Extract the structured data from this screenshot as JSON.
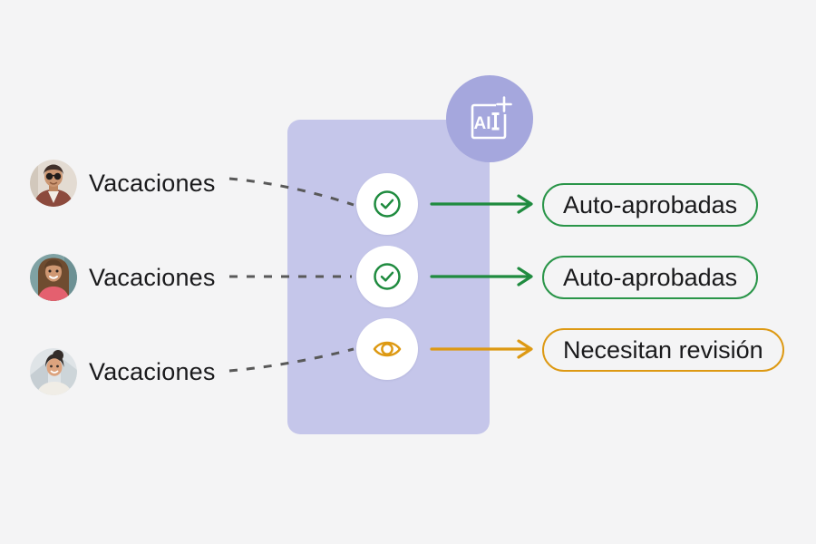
{
  "diagram_title": "ai-vacation-auto-approval-flow",
  "badge": {
    "label": "AI",
    "icon": "ai-plus-icon"
  },
  "requests": [
    {
      "label": "Vacaciones",
      "avatar": "man-with-sunglasses-avatar",
      "status_icon": "check-circle-icon",
      "result": "Auto-aprobadas",
      "result_color": "#2a9549"
    },
    {
      "label": "Vacaciones",
      "avatar": "smiling-woman-avatar",
      "status_icon": "check-circle-icon",
      "result": "Auto-aprobadas",
      "result_color": "#2a9549"
    },
    {
      "label": "Vacaciones",
      "avatar": "woman-with-bun-avatar",
      "status_icon": "eye-icon",
      "result": "Necesitan revisión",
      "result_color": "#dd9913"
    }
  ],
  "colors": {
    "background": "#f4f4f5",
    "panel": "#c5c6ea",
    "badge": "#a5a7dd",
    "green": "#1f8b3f",
    "amber": "#dd9913",
    "connector_gray": "#595959",
    "text": "#1a1a1c",
    "status_circle": "#ffffff"
  }
}
